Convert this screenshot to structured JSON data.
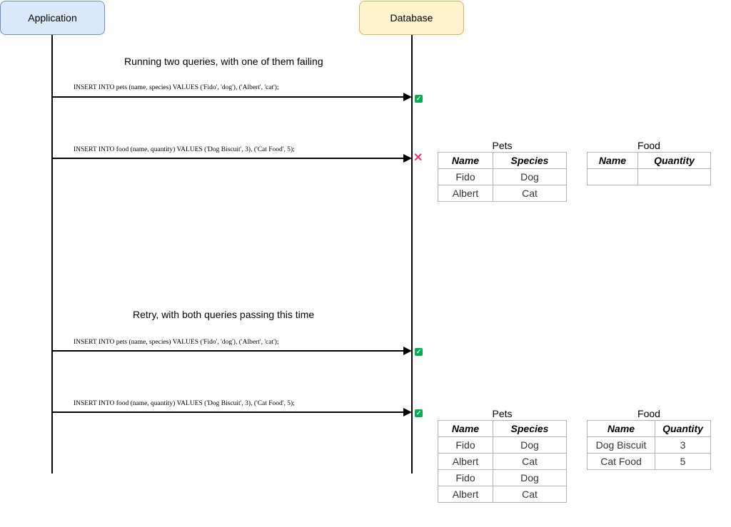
{
  "actors": {
    "application": "Application",
    "database": "Database"
  },
  "sections": [
    {
      "title": "Running two queries, with one of them failing",
      "messages": [
        {
          "query": "INSERT INTO pets (name, species) VALUES ('Fido', 'dog'), ('Albert', 'cat');",
          "status": "success",
          "status_icon": "check-icon"
        },
        {
          "query": "INSERT INTO food (name, quantity) VALUES ('Dog Biscuit', 3), ('Cat Food', 5);",
          "status": "failure",
          "status_icon": "cross-icon"
        }
      ],
      "tables": {
        "pets": {
          "title": "Pets",
          "columns": [
            "Name",
            "Species"
          ],
          "rows": [
            [
              "Fido",
              "Dog"
            ],
            [
              "Albert",
              "Cat"
            ]
          ]
        },
        "food": {
          "title": "Food",
          "columns": [
            "Name",
            "Quantity"
          ],
          "rows": [
            [
              "",
              ""
            ]
          ]
        }
      }
    },
    {
      "title": "Retry, with both queries passing this time",
      "messages": [
        {
          "query": "INSERT INTO pets (name, species) VALUES ('Fido', 'dog'), ('Albert', 'cat');",
          "status": "success",
          "status_icon": "check-icon"
        },
        {
          "query": "INSERT INTO food (name, quantity) VALUES ('Dog Biscuit', 3), ('Cat Food', 5);",
          "status": "success",
          "status_icon": "check-icon"
        }
      ],
      "tables": {
        "pets": {
          "title": "Pets",
          "columns": [
            "Name",
            "Species"
          ],
          "rows": [
            [
              "Fido",
              "Dog"
            ],
            [
              "Albert",
              "Cat"
            ],
            [
              "Fido",
              "Dog"
            ],
            [
              "Albert",
              "Cat"
            ]
          ]
        },
        "food": {
          "title": "Food",
          "columns": [
            "Name",
            "Quantity"
          ],
          "rows": [
            [
              "Dog Biscuit",
              "3"
            ],
            [
              "Cat Food",
              "5"
            ]
          ]
        }
      }
    }
  ],
  "colors": {
    "application_fill": "#dae8fc",
    "application_border": "#6c8ebf",
    "database_fill": "#fff2cc",
    "database_border": "#d6b656",
    "success": "#00b050",
    "failure": "#e8356a"
  }
}
